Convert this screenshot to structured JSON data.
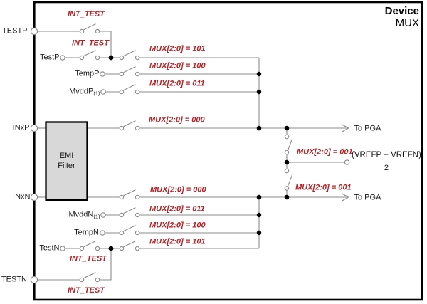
{
  "device": {
    "title": "Device",
    "subtitle": "MUX"
  },
  "emi": {
    "line1": "EMI",
    "line2": "Filter"
  },
  "pins": {
    "testp_ext": "TESTP",
    "testp": "TestP",
    "tempp": "TempP",
    "mvddp": "MvddP",
    "mvddp_sub": "(1)",
    "inxp": "INxP",
    "inxn": "INxN",
    "mvddn": "MvddN",
    "mvddn_sub": "(1)",
    "tempn": "TempN",
    "testn": "TestN",
    "testn_ext": "TESTN"
  },
  "controls": {
    "int_test_bar_top": "INT_TEST",
    "int_test_top": "INT_TEST",
    "int_test_bottom": "INT_TEST",
    "int_test_bar_bottom": "INT_TEST"
  },
  "mux": {
    "p101": "MUX[2:0] = 101",
    "p100": "MUX[2:0] = 100",
    "p011": "MUX[2:0] = 011",
    "p000": "MUX[2:0] = 000",
    "vref001_top": "MUX[2:0] = 001",
    "vref001_bot": "MUX[2:0] = 001",
    "n000": "MUX[2:0] = 000",
    "n011": "MUX[2:0] = 011",
    "n100": "MUX[2:0] = 100",
    "n101": "MUX[2:0] = 101"
  },
  "outputs": {
    "pga_top": "To PGA",
    "pga_bot": "To PGA",
    "vref_num": "(VREFP + VREFN)",
    "vref_den": "2"
  },
  "colors": {
    "accent_red": "#b82126",
    "wire_gray": "#8b8b8b",
    "emi_fill": "#d8d8d8",
    "border_black": "#000000"
  }
}
